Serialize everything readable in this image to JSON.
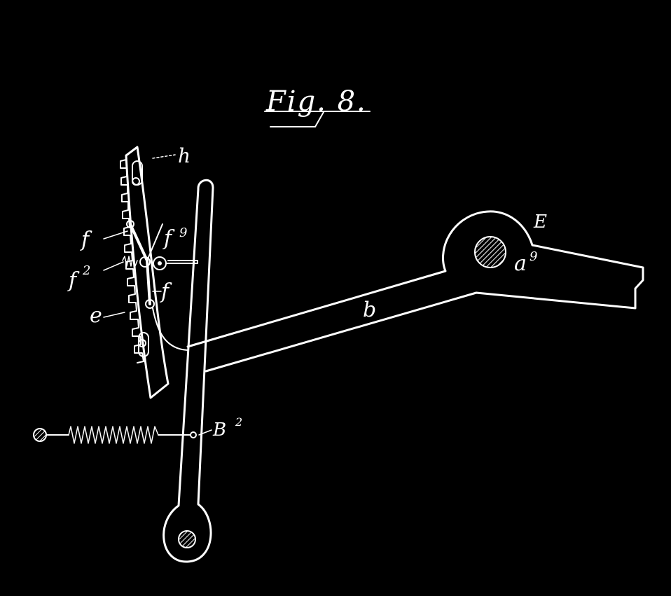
{
  "figure": {
    "title": "Fig. 8.",
    "labels": {
      "h": "h",
      "E": "E",
      "a9": "a",
      "a9_sup": "9",
      "b": "b",
      "f_upper": "f",
      "f9": "f",
      "f9_sup": "9",
      "f2": "f",
      "f2_sup": "2",
      "f_lower": "f",
      "e": "e",
      "B2": "B",
      "B2_sup": "2"
    },
    "colors": {
      "background": "#000000",
      "ink": "#ffffff"
    }
  }
}
